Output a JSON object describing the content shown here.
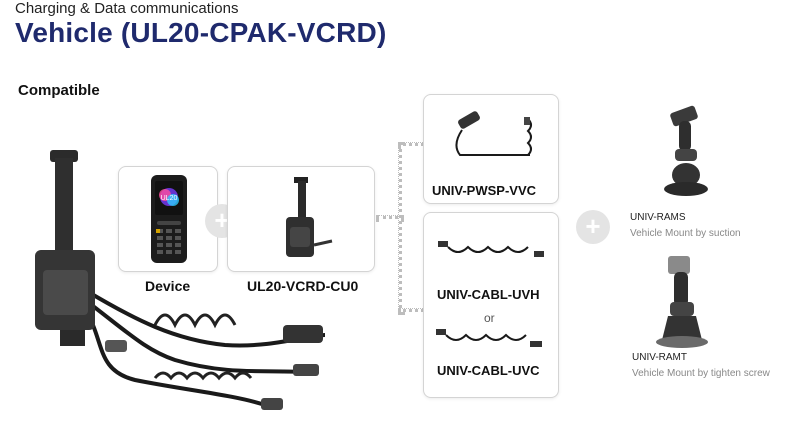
{
  "header": {
    "subtitle": "Charging & Data communications",
    "title_main": "Vehicle",
    "title_code": "(UL20-CPAK-VCRD)"
  },
  "section_label": "Compatible",
  "items": {
    "device": {
      "label": "Device",
      "screen_text": "UL20"
    },
    "cradle": {
      "label": "UL20-VCRD-CU0"
    },
    "power_cable": {
      "label": "UNIV-PWSP-VVC"
    },
    "cable_uvh": {
      "label": "UNIV-CABL-UVH"
    },
    "or_text": "or",
    "cable_uvc": {
      "label": "UNIV-CABL-UVC"
    }
  },
  "mounts": [
    {
      "name": "UNIV-RAMS",
      "description": "Vehicle Mount by suction"
    },
    {
      "name": "UNIV-RAMT",
      "description": "Vehicle Mount by tighten screw"
    }
  ],
  "colors": {
    "title": "#1f2a6d",
    "plus_bg": "#e4e4e4",
    "card_border": "#d4d4d4"
  }
}
